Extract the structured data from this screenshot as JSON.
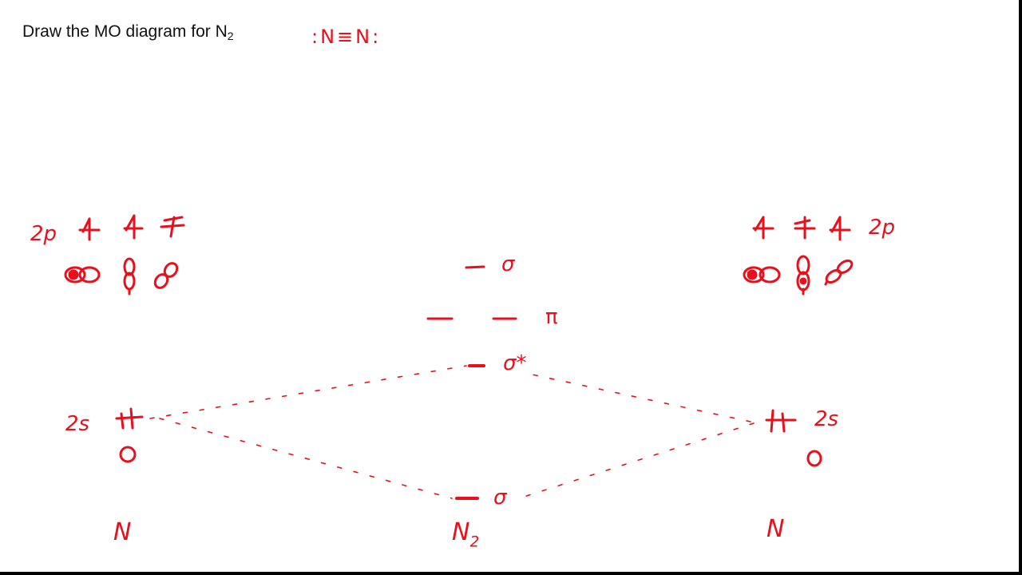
{
  "title": {
    "text": "Draw the MO diagram for N",
    "subscript": "2"
  },
  "annotations": {
    "lewis_structure": ":N≡N:",
    "left_2p_label": "2p",
    "right_2p_label": "2p",
    "left_2s_label": "2s",
    "right_2s_label": "2s",
    "sigma_top_label": "σ",
    "pi_label": "π",
    "sigma_star_label": "σ*",
    "sigma_bottom_label": "σ",
    "left_atom_label": "N",
    "molecule_label": "N",
    "molecule_subscript": "2",
    "right_atom_label": "N"
  },
  "colors": {
    "ink": "#e8101c",
    "text": "#111111",
    "background": "#ffffff",
    "frame": "#000000"
  }
}
